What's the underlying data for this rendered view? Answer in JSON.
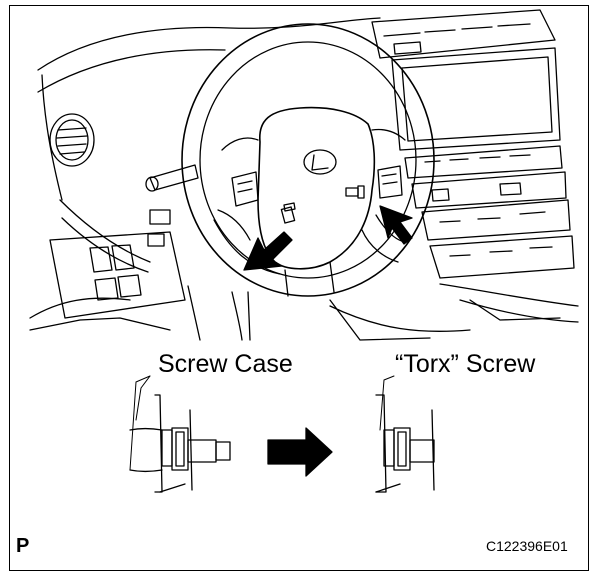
{
  "labels": {
    "screw_case": "Screw Case",
    "torx_screw": "“Torx” Screw"
  },
  "footer": {
    "page_letter": "P",
    "figure_code": "C122396E01"
  },
  "icons": {
    "steering_wheel": "steering-wheel-drawing",
    "arrow": "bold-arrow",
    "screw": "torx-screw-drawing"
  },
  "colors": {
    "line": "#000000",
    "background": "#ffffff"
  }
}
